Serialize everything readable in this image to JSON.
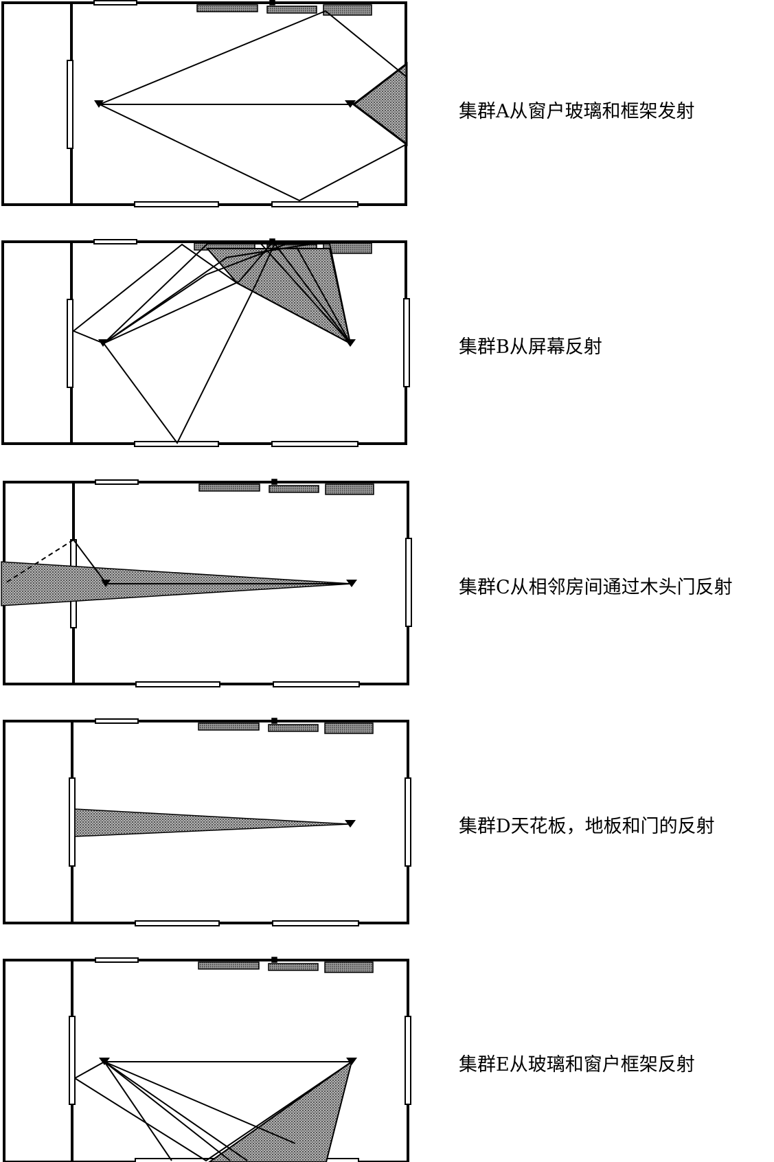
{
  "captions": {
    "a": "集群A从窗户玻璃和框架发射",
    "b": "集群B从屏幕反射",
    "c": "集群C从相邻房间通过木头门反射",
    "d": "集群D天花板，地板和门的反射",
    "e": "集群E从玻璃和窗户框架反射"
  },
  "colors": {
    "line": "#000000",
    "wedge_fill": "#9a9a9a",
    "panel_fill": "#8c8c8c",
    "background": "#ffffff"
  }
}
